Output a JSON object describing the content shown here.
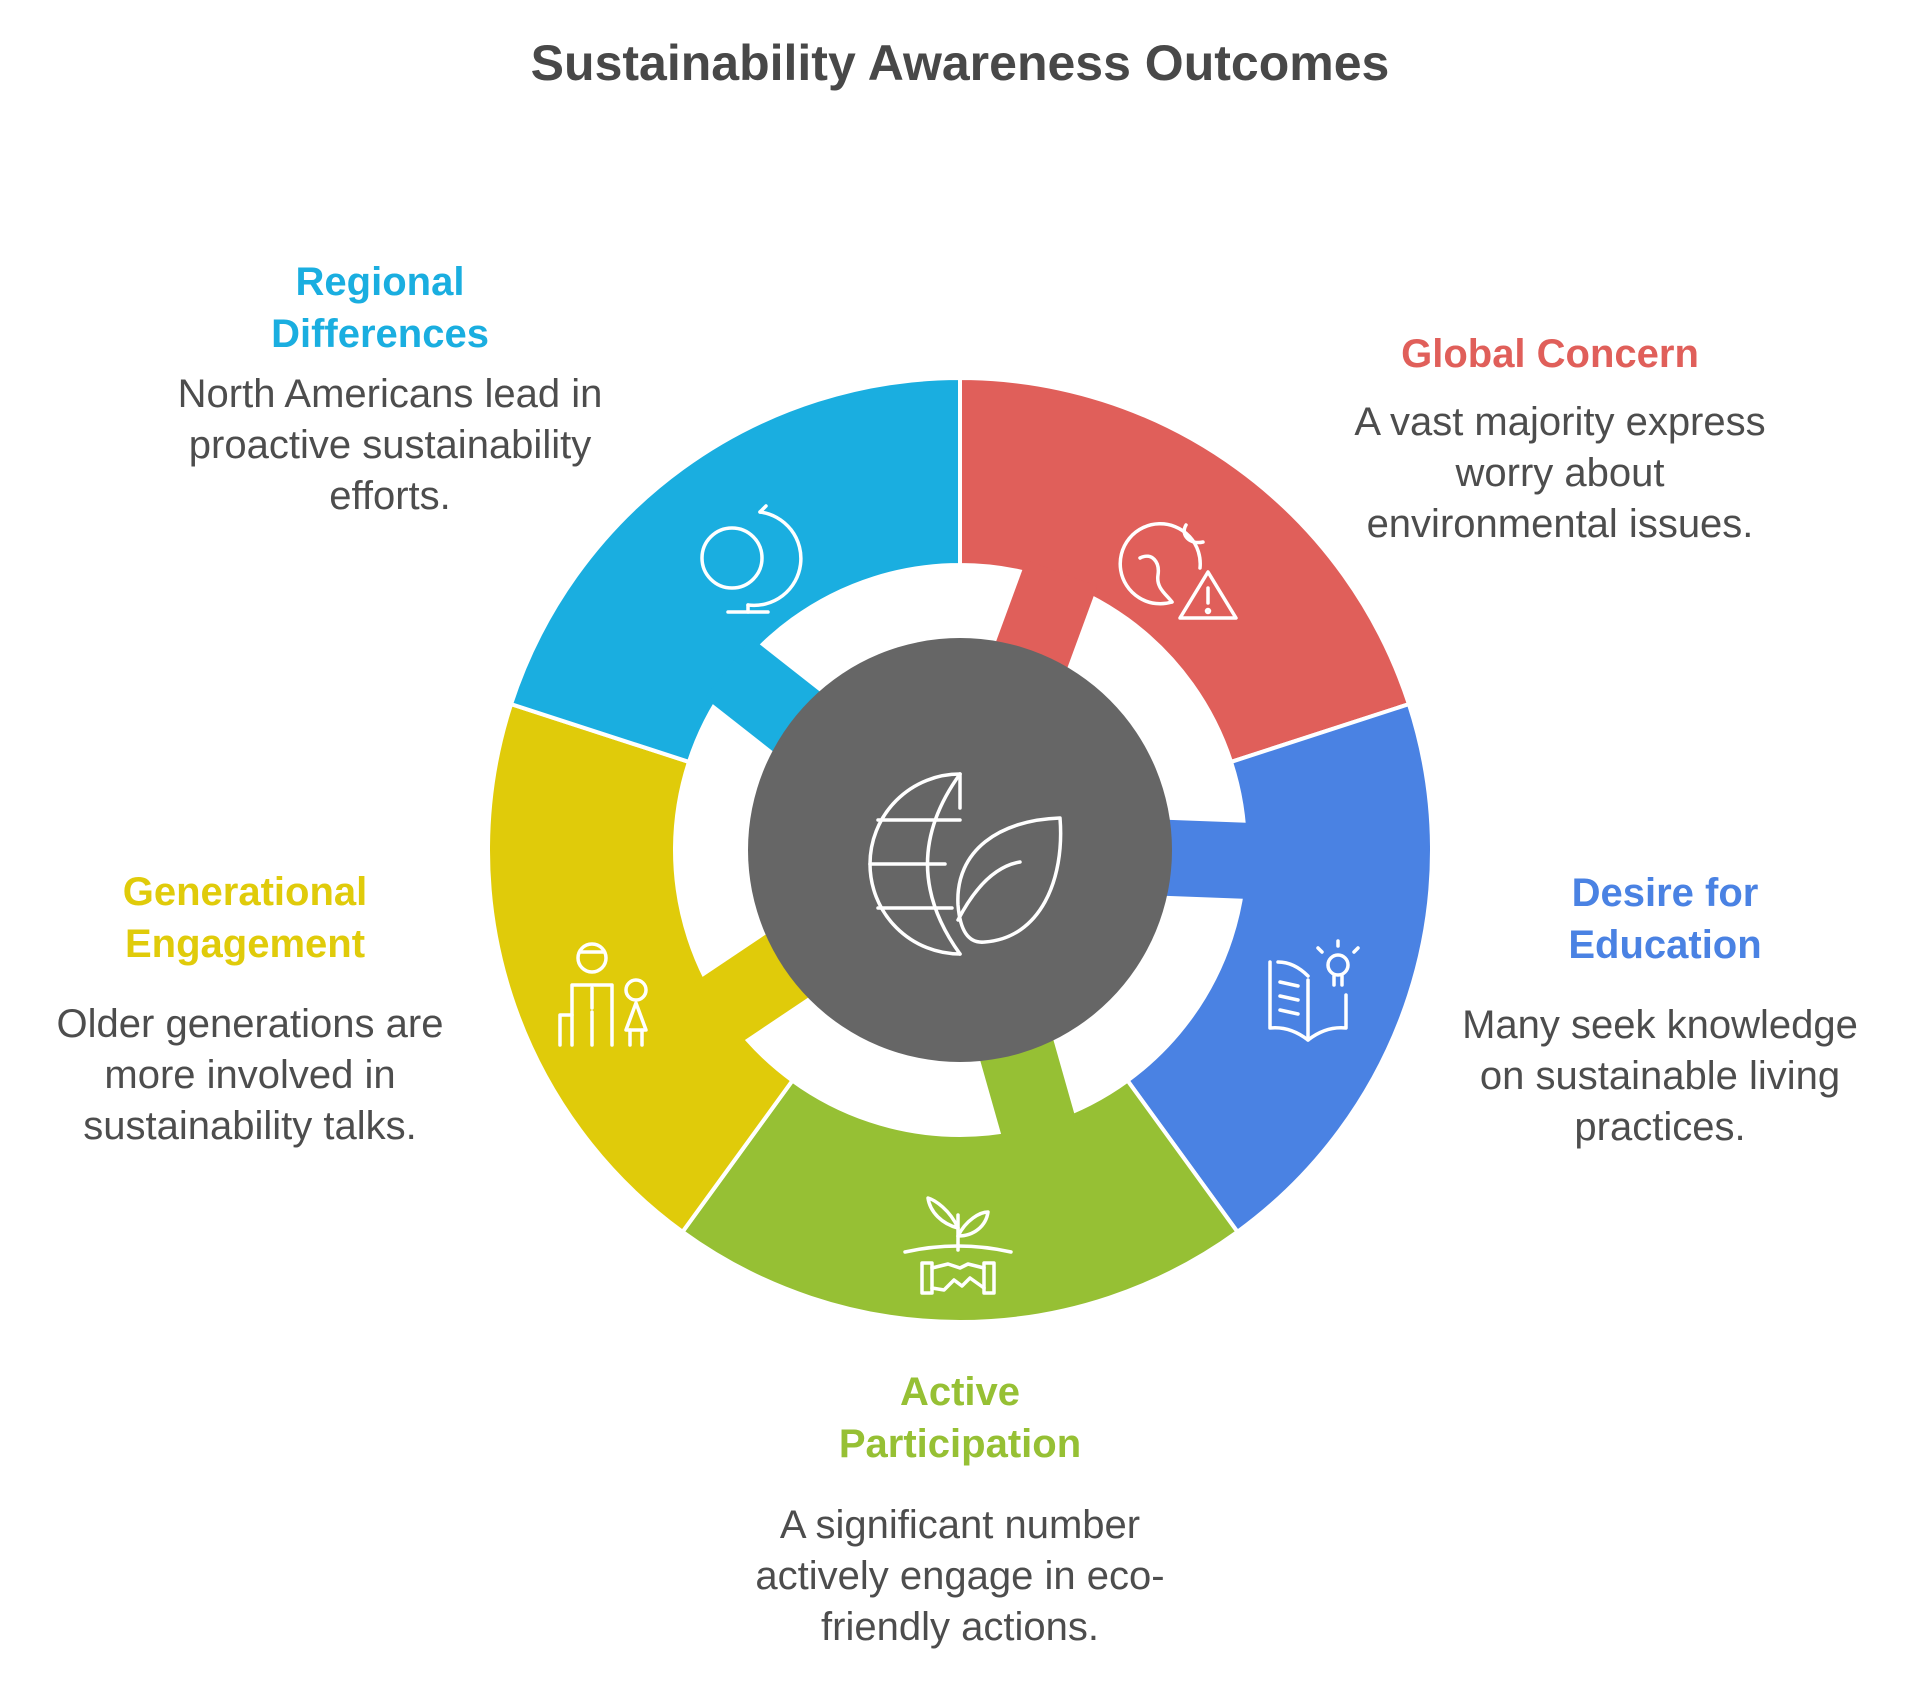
{
  "title": "Sustainability Awareness Outcomes",
  "center": {
    "icon": "globe-leaf-icon",
    "color": "#666666"
  },
  "segments": [
    {
      "id": "regional",
      "label": "Regional Differences",
      "description": "North Americans lead in proactive sustainability efforts.",
      "color": "#1AAEE0",
      "icon": "desk-globe-icon"
    },
    {
      "id": "global",
      "label": "Global Concern",
      "description": "A vast majority express worry about environmental issues.",
      "color": "#E05F5A",
      "icon": "globe-warning-icon"
    },
    {
      "id": "education",
      "label": "Desire for Education",
      "description": "Many seek knowledge on sustainable living practices.",
      "color": "#4A82E3",
      "icon": "book-lightbulb-icon"
    },
    {
      "id": "participation",
      "label": "Active Participation",
      "description": "A significant number actively engage in eco-friendly actions.",
      "color": "#96C034",
      "icon": "handshake-sprout-icon"
    },
    {
      "id": "generational",
      "label": "Generational Engagement",
      "description": "Older generations are more involved in sustainability talks.",
      "color": "#E0CB0A",
      "icon": "elder-child-icon"
    }
  ]
}
